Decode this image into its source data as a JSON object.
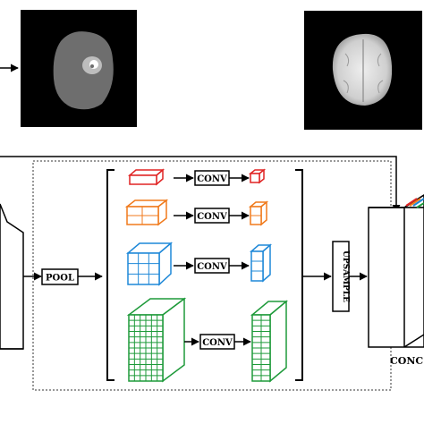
{
  "labels": {
    "pool": "POOL",
    "conv": "CONV",
    "upsample": "UPSAMPLE",
    "concat": "CONC"
  },
  "branches": [
    {
      "color": "#e02424"
    },
    {
      "color": "#f07a1c"
    },
    {
      "color": "#1e88d8"
    },
    {
      "color": "#1e9a3a"
    }
  ],
  "images": [
    "tumor-mask-scan",
    "brain-mri-scan"
  ]
}
